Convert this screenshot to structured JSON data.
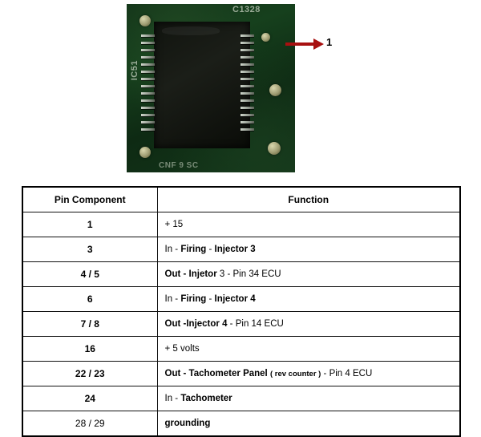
{
  "figure": {
    "photo": {
      "alt_name": "pcb-ic-photo",
      "silkscreen_ic_label": "IC51",
      "silkscreen_top_right": "C1328",
      "silkscreen_bottom": "CNF 9 SC"
    },
    "callout": {
      "label": "1",
      "arrow_color": "#a81010"
    }
  },
  "table": {
    "headers": {
      "pin": "Pin   Component",
      "function": "Function"
    },
    "rows": [
      {
        "pin": "1",
        "pin_weight": "bold",
        "runs": [
          {
            "text": "+ 15",
            "style": "normal"
          }
        ]
      },
      {
        "pin": "3",
        "pin_weight": "bold",
        "runs": [
          {
            "text": "In",
            "style": "normal"
          },
          {
            "text": " - ",
            "style": "normal"
          },
          {
            "text": "Firing",
            "style": "bold"
          },
          {
            "text": "  - ",
            "style": "normal"
          },
          {
            "text": "Injector 3",
            "style": "bold"
          }
        ]
      },
      {
        "pin": "4 / 5",
        "pin_weight": "bold",
        "runs": [
          {
            "text": "Out",
            "style": "bold"
          },
          {
            "text": " - ",
            "style": "bold"
          },
          {
            "text": "Injetor",
            "style": "bold"
          },
          {
            "text": " 3 - ",
            "style": "normal"
          },
          {
            "text": "Pin",
            "style": "normal"
          },
          {
            "text": "   34 ECU",
            "style": "normal"
          }
        ]
      },
      {
        "pin": "6",
        "pin_weight": "bold",
        "runs": [
          {
            "text": "In",
            "style": "normal"
          },
          {
            "text": " - ",
            "style": "normal"
          },
          {
            "text": "Firing",
            "style": "bold"
          },
          {
            "text": "  - ",
            "style": "normal"
          },
          {
            "text": "Injector 4",
            "style": "bold"
          }
        ]
      },
      {
        "pin": "7 / 8",
        "pin_weight": "bold",
        "runs": [
          {
            "text": "Out",
            "style": "bold"
          },
          {
            "text": " -",
            "style": "bold"
          },
          {
            "text": "Injector 4",
            "style": "bold"
          },
          {
            "text": " - ",
            "style": "normal"
          },
          {
            "text": "Pin",
            "style": "normal"
          },
          {
            "text": "   14 ECU",
            "style": "normal"
          }
        ]
      },
      {
        "pin": "16",
        "pin_weight": "bold",
        "runs": [
          {
            "text": "+ 5 volts",
            "style": "normal"
          }
        ]
      },
      {
        "pin": "22 / 23",
        "pin_weight": "bold",
        "runs": [
          {
            "text": "Out",
            "style": "bold"
          },
          {
            "text": " -  ",
            "style": "bold"
          },
          {
            "text": "Tachometer Panel",
            "style": "bold"
          },
          {
            "text": "  ",
            "style": "normal"
          },
          {
            "text": "( rev counter )",
            "style": "small"
          },
          {
            "text": " - ",
            "style": "normal"
          },
          {
            "text": "Pin",
            "style": "normal"
          },
          {
            "text": "   4 ECU",
            "style": "normal"
          }
        ]
      },
      {
        "pin": "24",
        "pin_weight": "bold",
        "runs": [
          {
            "text": "In",
            "style": "normal"
          },
          {
            "text": " -  ",
            "style": "normal"
          },
          {
            "text": "Tachometer",
            "style": "bold"
          }
        ]
      },
      {
        "pin": "28 / 29",
        "pin_weight": "normal",
        "runs": [
          {
            "text": "grounding",
            "style": "bold"
          }
        ]
      }
    ]
  }
}
